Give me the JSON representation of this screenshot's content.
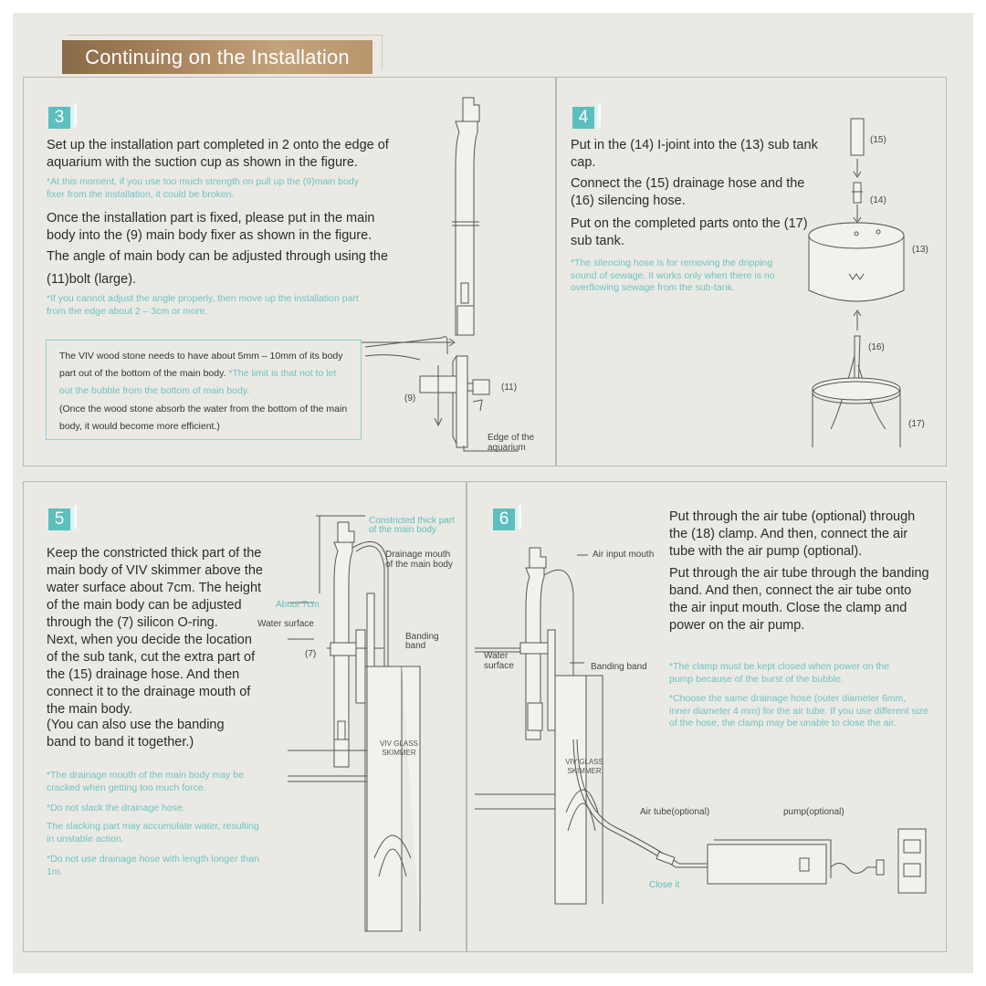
{
  "title": "Continuing on the Installation",
  "step3": {
    "number": "3",
    "p1": "Set up the installation part completed in 2 onto the edge of aquarium with the suction cup as shown in the figure.",
    "n1": "*At this moment, if you use too much strength on pull up the (9)main body fixer from the installation, it could be broken.",
    "p2": "Once the installation part is fixed, please put in the main body into the (9) main body fixer as shown in the figure.",
    "p3a": "The angle of main body can be adjusted through using the",
    "p3b": "(11)bolt (large).",
    "n2": "*If you cannot adjust the angle properly, then move up the installation part from the edge about 2 – 3cm or more.",
    "box_a": "The VIV wood stone needs to have about 5mm – 10mm of its body part out of the bottom of the main body.",
    "box_b": " *The limit is that not to let out the bubble from the bottom of main body.",
    "box_c": "(Once the wood stone absorb the water from the bottom of the main body, it would become more efficient.)",
    "lbl_9": "(9)",
    "lbl_11": "(11)",
    "lbl_edge1": "Edge of the",
    "lbl_edge2": "aquarium"
  },
  "step4": {
    "number": "4",
    "p1": "Put in the (14) I-joint into the (13) sub tank cap.",
    "p2": "Connect the (15) drainage hose and the (16) silencing hose.",
    "p3": "Put on the completed parts onto the (17) sub tank.",
    "n1": "*The silencing hose is for removing the dripping sound of sewage. It works only when there is no overflowing sewage from the sub-tank.",
    "lbl_15": "(15)",
    "lbl_14": "(14)",
    "lbl_13": "(13)",
    "lbl_16": "(16)",
    "lbl_17": "(17)"
  },
  "step5": {
    "number": "5",
    "p1": "Keep the constricted thick part of the main body of VIV skimmer above the water surface about 7cm. The height of the main body can be adjusted through the (7) silicon O-ring.",
    "p2": "Next, when you decide the location of the sub tank, cut the extra part of the (15) drainage hose. And then connect it to the drainage mouth of the main body.",
    "p3": "(You can also use the banding band to band it together.)",
    "n1": "*The drainage mouth of the main body may be cracked when getting too much force.",
    "n2": "*Do not slack the drainage hose.",
    "n3": "The slacking part may accumulate water, resulting in unstable action.",
    "n4": "*Do not use drainage hose with length longer than 1m.",
    "lbl_constricted1": "Constricted thick part",
    "lbl_constricted2": "of the main body",
    "lbl_drain1": "Drainage mouth",
    "lbl_drain2": "of the main body",
    "lbl_about": "About 7cm",
    "lbl_water": "Water surface",
    "lbl_band1": "Banding",
    "lbl_band2": "band",
    "lbl_7": "(7)",
    "brand": "VIV GLASS SKIMMER"
  },
  "step6": {
    "number": "6",
    "p1": "Put through the air tube (optional) through the (18) clamp. And then, connect the air tube with the air pump (optional).",
    "p2": "Put through the air tube through the banding band. And then, connect the air tube onto the air input mouth. Close the clamp and power on the air pump.",
    "n1": "*The clamp must be kept closed when power on the pump because of the burst of the bubble.",
    "n2": "*Choose the same drainage hose (outer diameter 6mm, inner diameter 4 mm) for the air tube. If you use different size of the hose, the clamp may be unable to close the air.",
    "lbl_airinput": "Air input mouth",
    "lbl_water1": "Water",
    "lbl_water2": "surface",
    "lbl_band": "Banding band",
    "lbl_airtube": "Air tube(optional)",
    "lbl_pump": "pump(optional)",
    "lbl_close": "Close it",
    "brand": "VIV GLASS SKIMMER"
  }
}
